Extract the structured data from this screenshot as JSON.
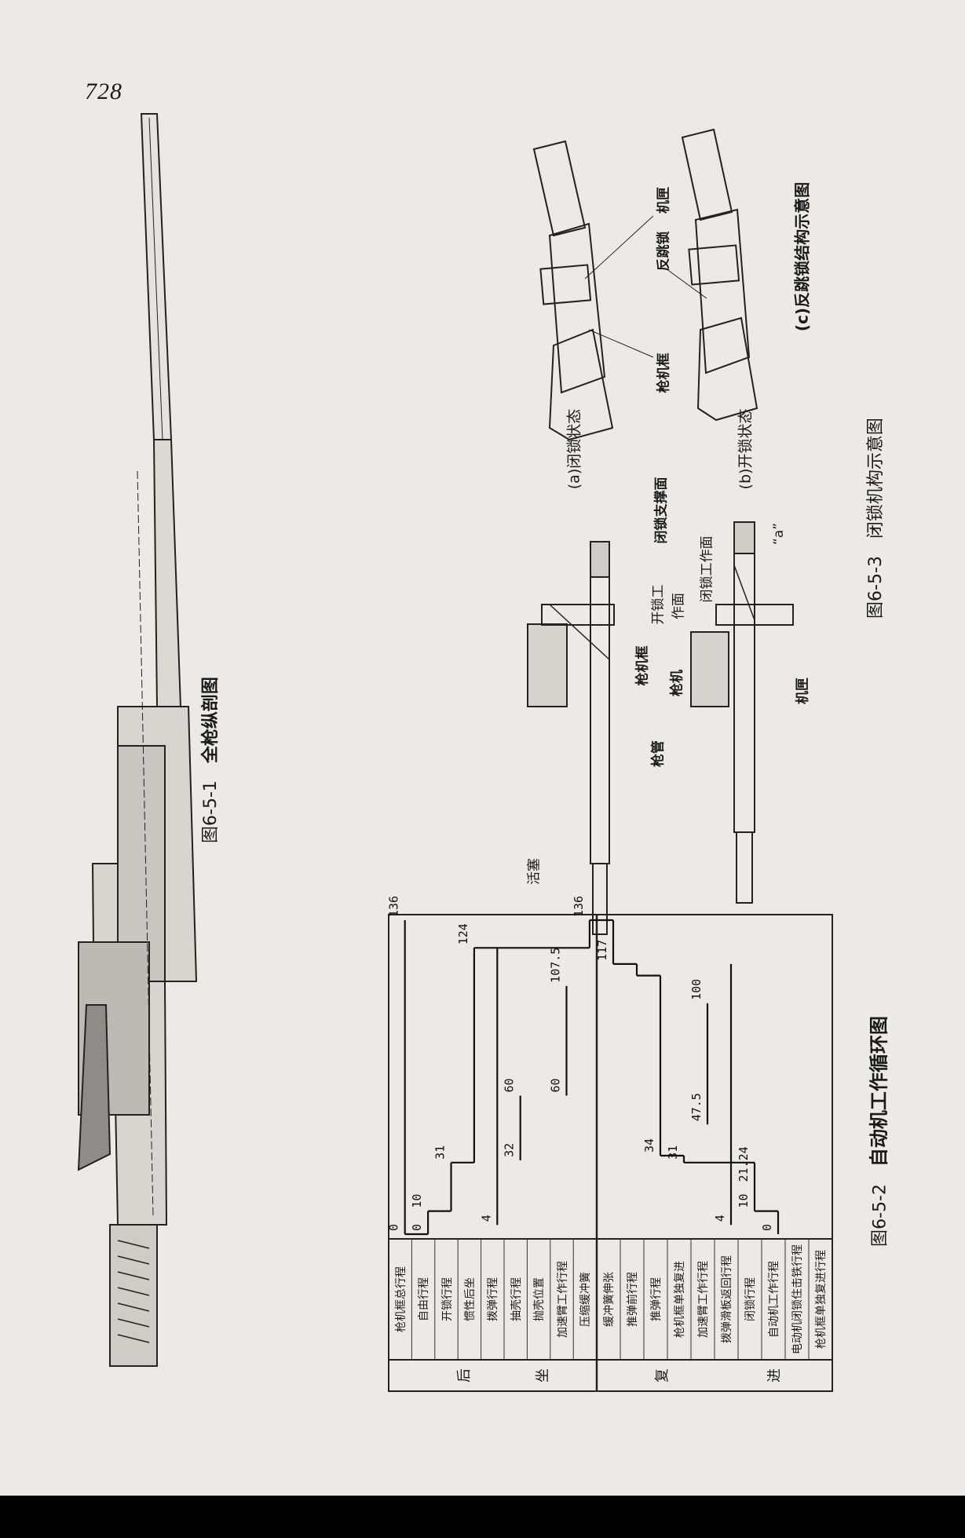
{
  "page_number": "728",
  "figure_1": {
    "number": "图6-5-1",
    "title": "全枪纵剖图"
  },
  "figure_2": {
    "number": "图6-5-2",
    "title": "自动机工作循环图",
    "groups": [
      {
        "label_top": "后",
        "label_bottom": "坐",
        "rows": [
          "枪机框总行程",
          "自由行程",
          "开锁行程",
          "惯性后坐",
          "拨弹行程",
          "抽壳行程",
          "抛壳位置",
          "加速臂工作行程",
          "压缩缓冲簧"
        ]
      },
      {
        "label_top": "复",
        "label_bottom": "进",
        "rows": [
          "缓冲簧伸张",
          "推弹前行程",
          "推弹行程",
          "枪机框单独复进",
          "加速臂工作行程",
          "拨弹滑板返回行程",
          "闭锁行程",
          "自动机工作行程",
          "电动机闭锁住击铁行程",
          "枪机框单独复进行程"
        ]
      }
    ]
  },
  "chart_data": {
    "type": "table",
    "title": "自动机工作循环图",
    "range": [
      0,
      136
    ],
    "segments": [
      {
        "row": 0,
        "from": 0,
        "to": 136
      },
      {
        "row": 1,
        "from": 0,
        "to": 10
      },
      {
        "row": 2,
        "from": 10,
        "to": 31
      },
      {
        "row": 3,
        "from": 31,
        "to": 124
      },
      {
        "row": 4,
        "from": 4,
        "to": 124
      },
      {
        "row": 5,
        "from": 32,
        "to": 60
      },
      {
        "row": 7,
        "from": 60,
        "to": 107.5
      },
      {
        "row": 8,
        "from": 124,
        "to": 136
      },
      {
        "row": 9,
        "from": 117,
        "to": 136
      },
      {
        "row": 10,
        "from": 112,
        "to": 117
      },
      {
        "row": 11,
        "from": 34,
        "to": 112
      },
      {
        "row": 12,
        "from": 31,
        "to": 34
      },
      {
        "row": 13,
        "from": 47.5,
        "to": 100
      },
      {
        "row": 14,
        "from": 4,
        "to": 117
      },
      {
        "row": 15,
        "from": 10,
        "to": 31
      },
      {
        "row": 16,
        "from": 0,
        "to": 10
      }
    ],
    "labels": [
      {
        "row": 0,
        "value": 0,
        "text": "0"
      },
      {
        "row": 0,
        "value": 136,
        "text": "136"
      },
      {
        "row": 1,
        "value": 0,
        "text": "0"
      },
      {
        "row": 1,
        "value": 10,
        "text": "10"
      },
      {
        "row": 2,
        "value": 31,
        "text": "31"
      },
      {
        "row": 3,
        "value": 124,
        "text": "124"
      },
      {
        "row": 4,
        "value": 4,
        "text": "4"
      },
      {
        "row": 5,
        "value": 32,
        "text": "32"
      },
      {
        "row": 5,
        "value": 60,
        "text": "60"
      },
      {
        "row": 7,
        "value": 60,
        "text": "60"
      },
      {
        "row": 7,
        "value": 107.5,
        "text": "107.5"
      },
      {
        "row": 8,
        "value": 136,
        "text": "136"
      },
      {
        "row": 9,
        "value": 117,
        "text": "117"
      },
      {
        "row": 11,
        "value": 34,
        "text": "34"
      },
      {
        "row": 12,
        "value": 31,
        "text": "31"
      },
      {
        "row": 13,
        "value": 47.5,
        "text": "47.5"
      },
      {
        "row": 13,
        "value": 100,
        "text": "100"
      },
      {
        "row": 14,
        "value": 4,
        "text": "4"
      },
      {
        "row": 15,
        "value": 10,
        "text": "10"
      },
      {
        "row": 15,
        "value": 21.24,
        "text": "21.24"
      },
      {
        "row": 16,
        "value": 0,
        "text": "0"
      }
    ]
  },
  "figure_3": {
    "number": "图6-5-3",
    "title": "闭锁机构示意图",
    "sub_a": "(a)闭锁状态",
    "sub_b": "(b)开锁状态",
    "sub_c": "(c)反跳锁结构示意图",
    "labels": {
      "piston": "活塞",
      "barrel": "枪管",
      "bolt_carrier": "枪机框",
      "unlock_face_1": "开锁工",
      "unlock_face_2": "作面",
      "lock_support": "闭锁支撑面",
      "bolt": "枪机",
      "lock_face": "闭锁工作面",
      "a_mark": "“a”",
      "receiver": "机匣",
      "c_bolt_carrier": "枪机框",
      "c_antibounce": "反跳锁",
      "c_receiver": "机匣"
    }
  }
}
